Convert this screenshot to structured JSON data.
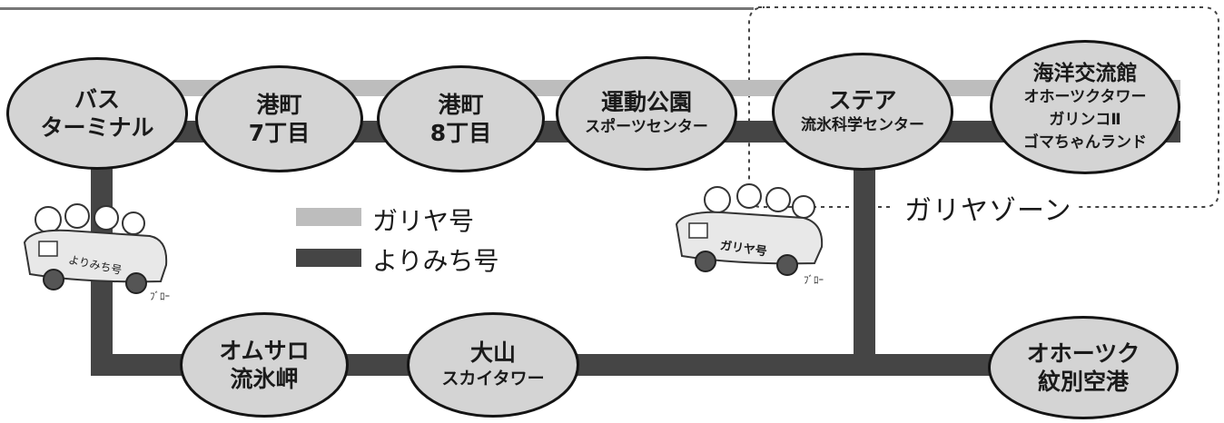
{
  "colors": {
    "gariya_line": "#bdbdbd",
    "yorimichi_line": "#454545",
    "stop_fill": "#d4d4d4",
    "stop_border": "#141414"
  },
  "stops": {
    "bus_terminal": {
      "line1": "バス",
      "line2": "ターミナル"
    },
    "minato7": {
      "line1": "港町",
      "line2": "7丁目"
    },
    "minato8": {
      "line1": "港町",
      "line2": "8丁目"
    },
    "undo": {
      "line1": "運動公園",
      "line2": "スポーツセンター"
    },
    "steer": {
      "line1": "ステア",
      "line2": "流氷科学センター"
    },
    "kaiyo": {
      "line1": "海洋交流館",
      "line2": "オホーツクタワー",
      "line3": "ガリンコⅡ",
      "line4": "ゴマちゃんランド"
    },
    "omusaro": {
      "line1": "オムサロ",
      "line2": "流氷岬"
    },
    "oyama": {
      "line1": "大山",
      "line2": "スカイタワー"
    },
    "airport": {
      "line1": "オホーツク",
      "line2": "紋別空港"
    }
  },
  "legend": {
    "gariya_label": "ガリヤ号",
    "yorimichi_label": "よりみち号"
  },
  "zone": {
    "label": "ガリヤゾーン"
  },
  "bus_signs": {
    "yorimichi": "よりみち号",
    "gariya": "ガリヤ号"
  },
  "icons": [
    "bus-yorimichi-icon",
    "bus-gariya-icon"
  ]
}
